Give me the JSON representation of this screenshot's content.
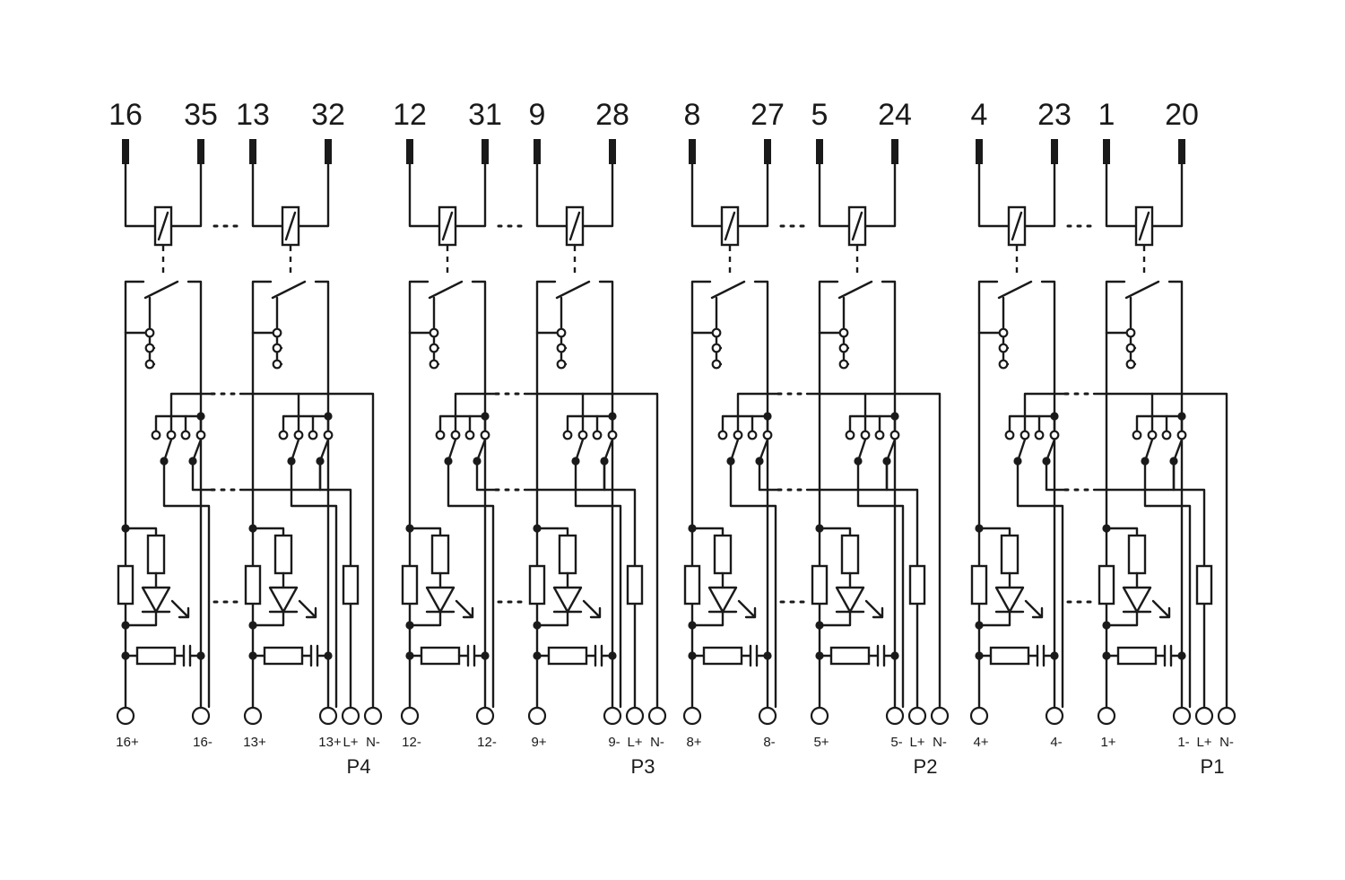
{
  "groups": [
    {
      "name": "P4",
      "channels": [
        {
          "top_left": "16",
          "top_right": "35",
          "bottom_left": "16+",
          "bottom_right": "16-"
        },
        {
          "top_left": "13",
          "top_right": "32",
          "bottom_left": "13+",
          "bottom_right": "13+"
        }
      ],
      "supply": [
        "L+",
        "N-"
      ]
    },
    {
      "name": "P3",
      "channels": [
        {
          "top_left": "12",
          "top_right": "31",
          "bottom_left": "12-",
          "bottom_right": "12-"
        },
        {
          "top_left": "9",
          "top_right": "28",
          "bottom_left": "9+",
          "bottom_right": "9-"
        }
      ],
      "supply": [
        "L+",
        "N-"
      ]
    },
    {
      "name": "P2",
      "channels": [
        {
          "top_left": "8",
          "top_right": "27",
          "bottom_left": "8+",
          "bottom_right": "8-"
        },
        {
          "top_left": "5",
          "top_right": "24",
          "bottom_left": "5+",
          "bottom_right": "5-"
        }
      ],
      "supply": [
        "L+",
        "N-"
      ]
    },
    {
      "name": "P1",
      "channels": [
        {
          "top_left": "4",
          "top_right": "23",
          "bottom_left": "4+",
          "bottom_right": "4-"
        },
        {
          "top_left": "1",
          "top_right": "20",
          "bottom_left": "1+",
          "bottom_right": "1-"
        }
      ],
      "supply": [
        "L+",
        "N-"
      ]
    }
  ]
}
